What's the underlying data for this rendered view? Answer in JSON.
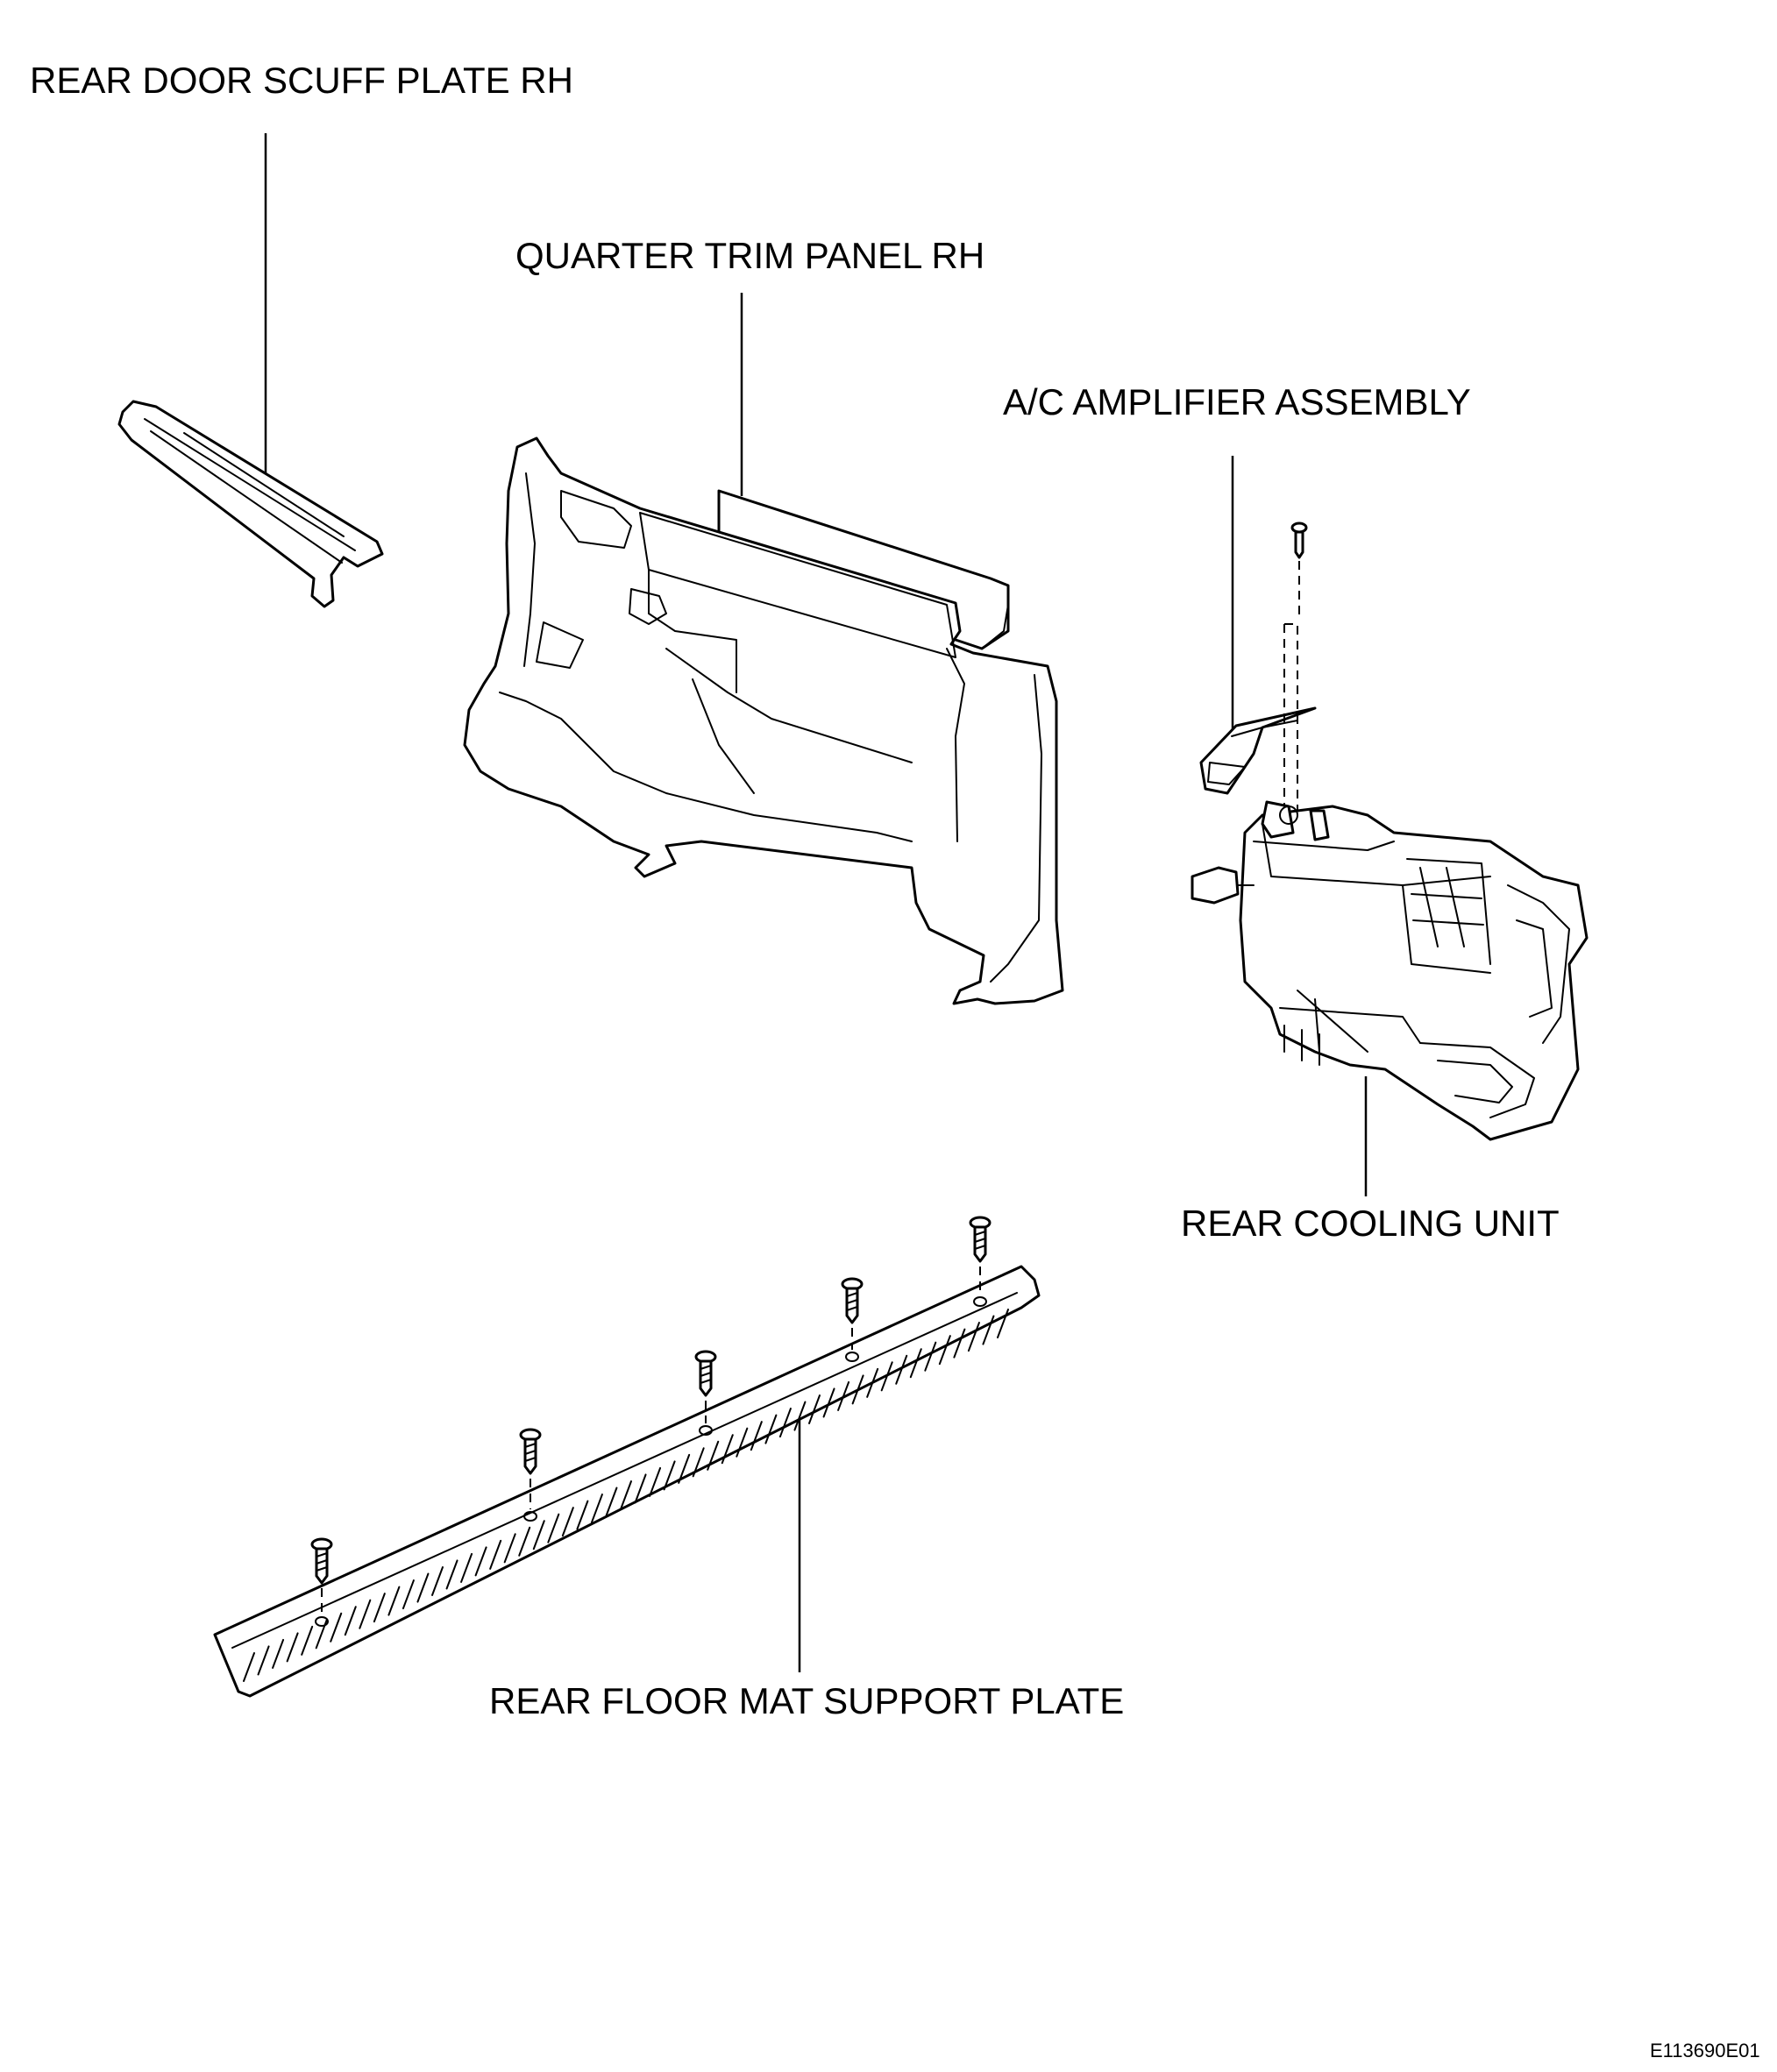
{
  "labels": {
    "rear_door_scuff_plate": "REAR DOOR SCUFF PLATE RH",
    "quarter_trim_panel": "QUARTER TRIM PANEL RH",
    "ac_amplifier": "A/C AMPLIFIER ASSEMBLY",
    "rear_cooling_unit": "REAR COOLING UNIT",
    "rear_floor_mat_support_plate": "REAR FLOOR MAT SUPPORT PLATE"
  },
  "figure_code": "E113690E01"
}
